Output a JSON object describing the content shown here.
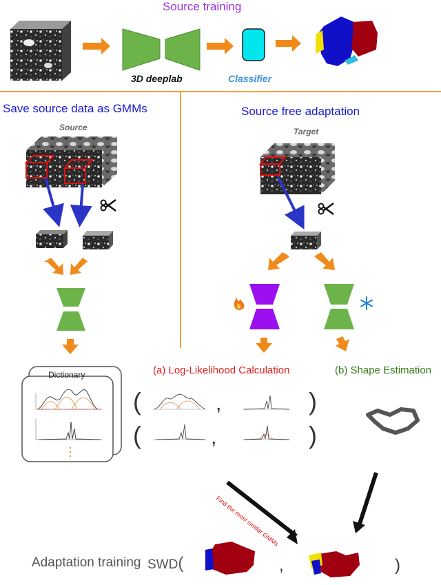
{
  "sections": {
    "source_training": {
      "title": "Source training",
      "model_label": "3D deeplab",
      "classifier_label": "Classifier"
    },
    "save_source": {
      "title": "Save source data as GMMs",
      "source_label": "Source",
      "dictionary_label": "Dictionary"
    },
    "adaptation": {
      "title": "Source free adaptation",
      "target_label": "Target",
      "log_likelihood_label": "(a) Log-Likelihood Calculation",
      "shape_label": "(b) Shape Estimation",
      "arrow_note": "Find the most similar GMMs"
    },
    "bottom": {
      "label": "Adaptation training",
      "swd": "SWD"
    }
  },
  "icons": [
    "scissors-icon",
    "fire-icon",
    "snowflake-icon"
  ],
  "colors": {
    "title_purple": "#9b30d9",
    "title_blue": "#1a1ad6",
    "classifier_blue": "#3c8fe0",
    "red_label": "#e02020",
    "green_label": "#3a7a1a",
    "green_block": "#6cb44a",
    "purple_block": "#9c0ff0",
    "arrow_orange": "#f08a1a",
    "divider_orange": "#f0a040",
    "cyan": "#00e5ee",
    "seg_blue": "#1010c8",
    "seg_red": "#a00010",
    "seg_yellow": "#f0e000"
  }
}
